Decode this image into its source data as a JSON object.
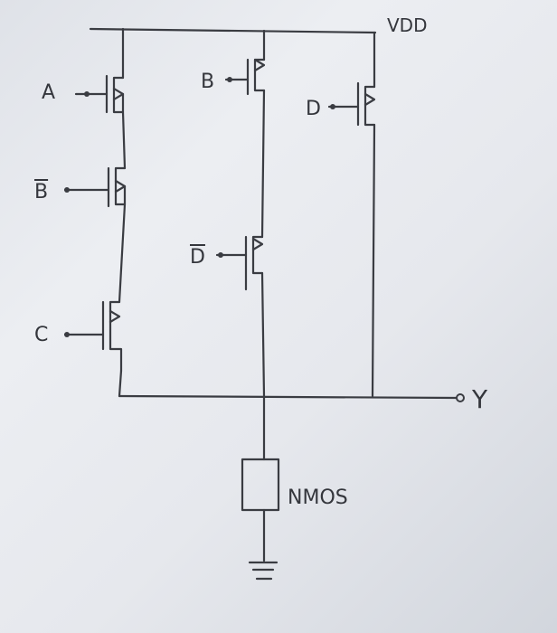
{
  "diagram": {
    "supply_label": "VDD",
    "output_label": "Y",
    "load_label": "NMOS",
    "inputs": {
      "a": "A",
      "b_bar": "B",
      "c": "C",
      "b": "B",
      "d_bar": "D",
      "d": "D"
    }
  }
}
